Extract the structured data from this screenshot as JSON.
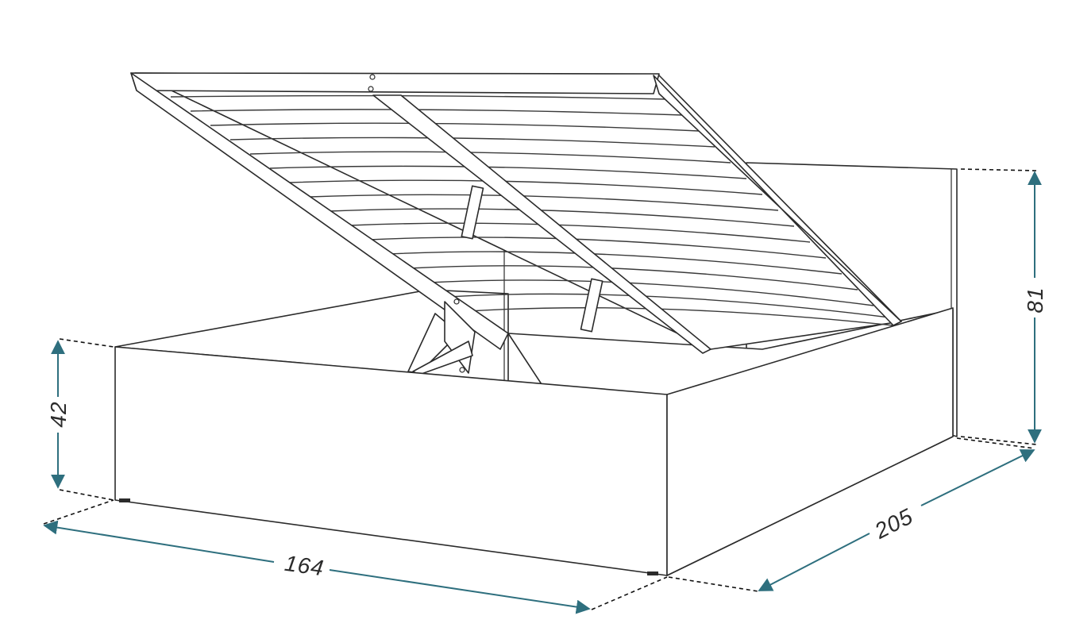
{
  "dimensions": {
    "width": "164",
    "length": "205",
    "base_height": "42",
    "headboard_height": "81"
  },
  "colors": {
    "dimension_line": "#2e6f7e",
    "outline": "#2b2b2b"
  }
}
